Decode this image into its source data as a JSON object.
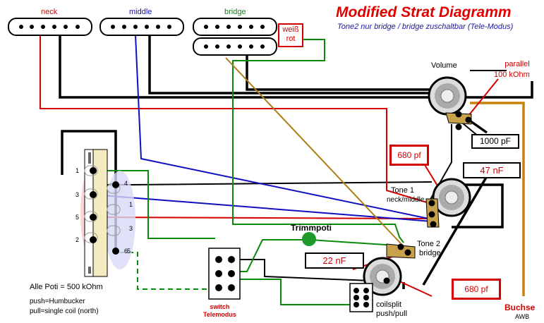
{
  "title": "Modified Strat Diagramm",
  "subtitle": "Tone2 nur bridge /  bridge zuschaltbar (Tele-Modus)",
  "pickups": {
    "neck": "neck",
    "middle": "middle",
    "bridge": "bridge"
  },
  "bridge_wire_colors": "weiß\nrot",
  "pots": {
    "volume": "Volume",
    "tone1": "Tone 1",
    "tone1_sub": "neck/middle",
    "tone2": "Tone 2",
    "tone2_sub": "bridge",
    "trimmpoti": "Trimmpoti"
  },
  "components": {
    "parallel_resistor": "parallel\n100 kOhm",
    "cap_1000": "1000 pF",
    "cap_47": "47 nF",
    "cap_680_top": "680 pf",
    "cap_22": "22 nF",
    "cap_680_bottom": "680 pf"
  },
  "switch": {
    "positions": [
      "1",
      "3",
      "5",
      "2",
      "4",
      "6",
      "1",
      "3",
      "5"
    ],
    "telemodus_label": "switch\nTelemodus",
    "coilsplit_label": "coilsplit\npush/pull"
  },
  "output": {
    "jack": "Buchse",
    "jack_sub": "AWB"
  },
  "notes": {
    "pots": "Alle Poti = 500 kOhm",
    "push": "push=Humbucker",
    "pull": "pull=single coil (north)"
  },
  "colors": {
    "title": "#e00000",
    "subtitle": "#1a1aa0",
    "neck_wire": "#d40000",
    "middle_wire": "#1010c0",
    "bridge_wire": "#0a8a0a",
    "jack_wire": "#c8820a",
    "ground_wire": "#000000",
    "trimmpoti": "#1f9a2a"
  }
}
